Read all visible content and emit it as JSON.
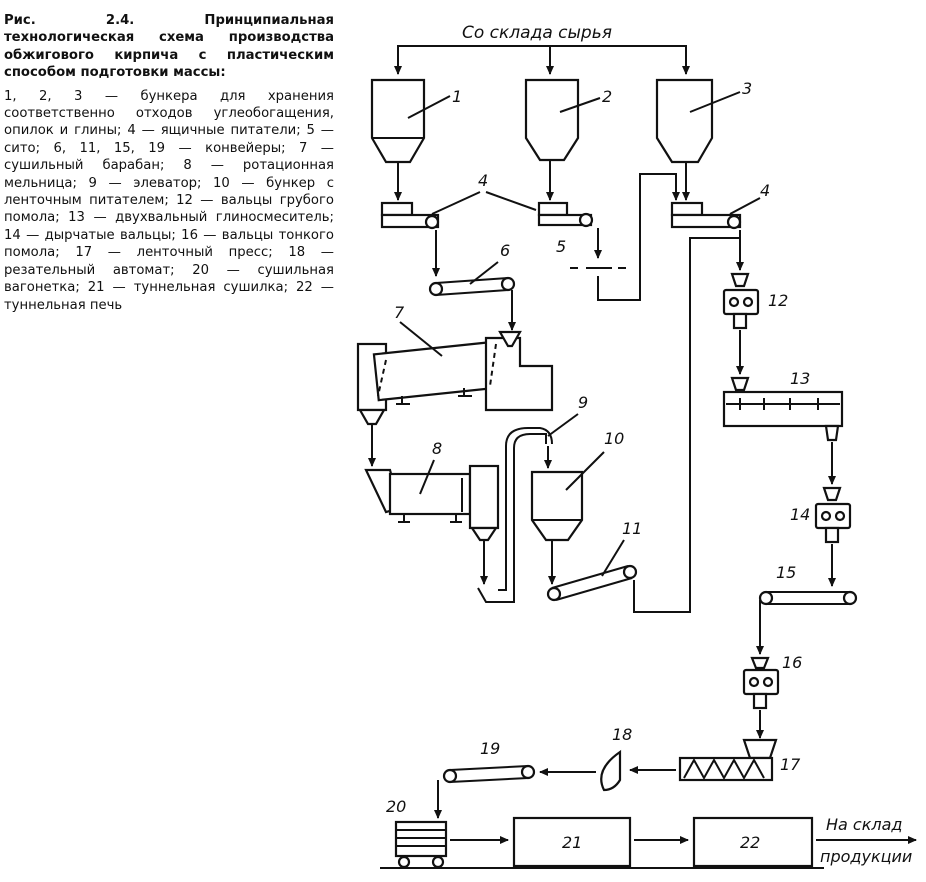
{
  "caption": {
    "title": "Рис. 2.4. Принципиальная технологическая схема производства обжигового кирпича с пластическим способом подготовки массы:",
    "legend": "1, 2, 3 — бункера для хранения соответственно отходов углеобогащения, опилок и глины; 4 — ящичные питатели; 5 — сито; 6, 11, 15, 19 — конвейеры; 7 — сушильный барабан; 8 — ротационная мельница; 9 — элеватор; 10 — бункер с ленточным питателем; 12 — вальцы грубого помола; 13 — двухвальный глиносмеситель; 14 — дырчатые вальцы; 16 — вальцы тонкого помола; 17 — ленточный пресс; 18 — резательный автомат; 20 — сушильная вагонетка; 21 — туннельная сушилка; 22 — туннельная печь"
  },
  "diagram": {
    "source_label": "Со склада сырья",
    "dest_label_1": "На склад",
    "dest_label_2": "продукции",
    "numbers": {
      "n1": "1",
      "n2": "2",
      "n3": "3",
      "n4a": "4",
      "n4b": "4",
      "n5": "5",
      "n6": "6",
      "n7": "7",
      "n8": "8",
      "n9": "9",
      "n10": "10",
      "n11": "11",
      "n12": "12",
      "n13": "13",
      "n14": "14",
      "n15": "15",
      "n16": "16",
      "n17": "17",
      "n18": "18",
      "n19": "19",
      "n20": "20",
      "n21": "21",
      "n22": "22"
    }
  }
}
